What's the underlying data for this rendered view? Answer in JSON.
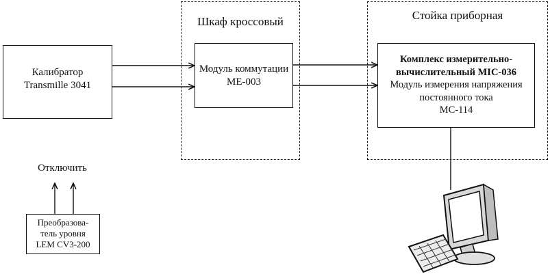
{
  "cross_cabinet": {
    "label": "Шкаф кроссовый"
  },
  "instrument_rack": {
    "label": "Стойка приборная"
  },
  "calibrator": {
    "lines": [
      "Калибратор",
      "Transmille 3041"
    ]
  },
  "switch_module": {
    "lines": [
      "Модуль коммутации",
      "МЕ-003"
    ]
  },
  "measuring_complex": {
    "title_lines": [
      "Комплекс измерительно-",
      "вычислительный МIС-036"
    ],
    "lines": [
      "Модуль измерения напряжения",
      "постоянного тока",
      "МС-114"
    ]
  },
  "level_converter": {
    "lines": [
      "Преобразова-",
      "тель уровня",
      "LEM CV3-200"
    ]
  },
  "disconnect_label": "Отключить",
  "icons": [
    "computer-monitor-icon",
    "keyboard-icon"
  ]
}
